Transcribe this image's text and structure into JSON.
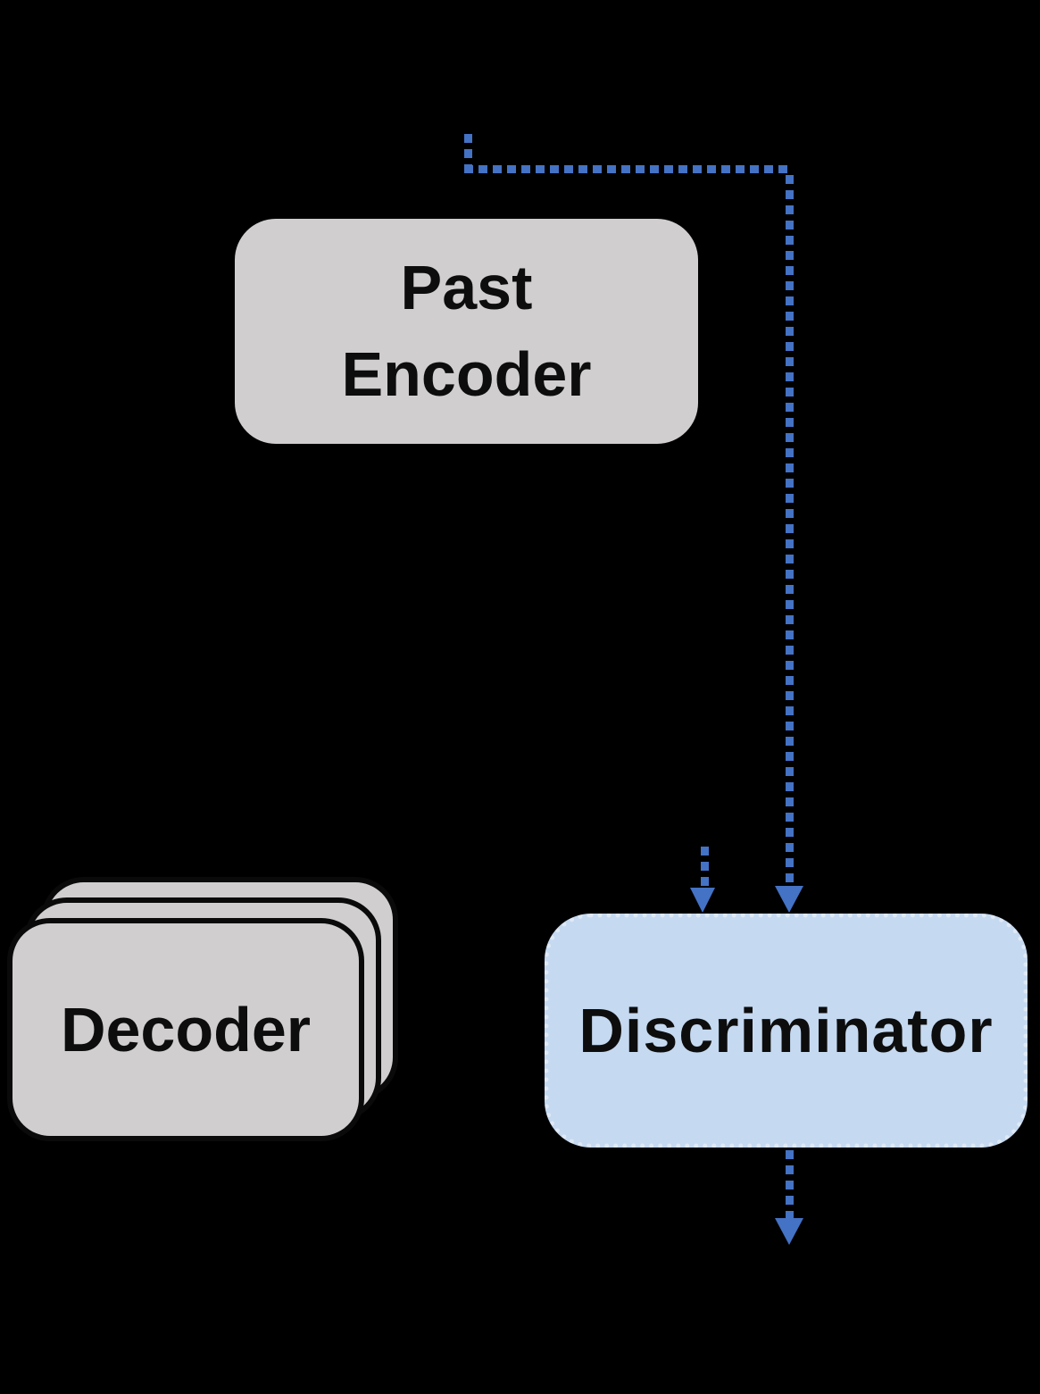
{
  "diagram": {
    "title": "encoder-decoder-gan-architecture",
    "nodes": {
      "past_encoder": {
        "label": "Past\nEncoder"
      },
      "decoder": {
        "label": "Decoder"
      },
      "discriminator": {
        "label": "Discriminator"
      }
    },
    "connectors": {
      "style": "dotted",
      "description": "dotted blue path from above Past Encoder routing right then down into Discriminator; short dotted arrow into Discriminator top; dotted arrow out of Discriminator bottom"
    },
    "colors": {
      "background": "#000000",
      "node_gray": "#d0cece",
      "discriminator_fill": "#c5d9f0",
      "discriminator_border_dots": "#dfe9f6",
      "connector_blue": "#4472c4",
      "text": "#0d0d0d",
      "card_border": "#0a0a0a"
    }
  }
}
